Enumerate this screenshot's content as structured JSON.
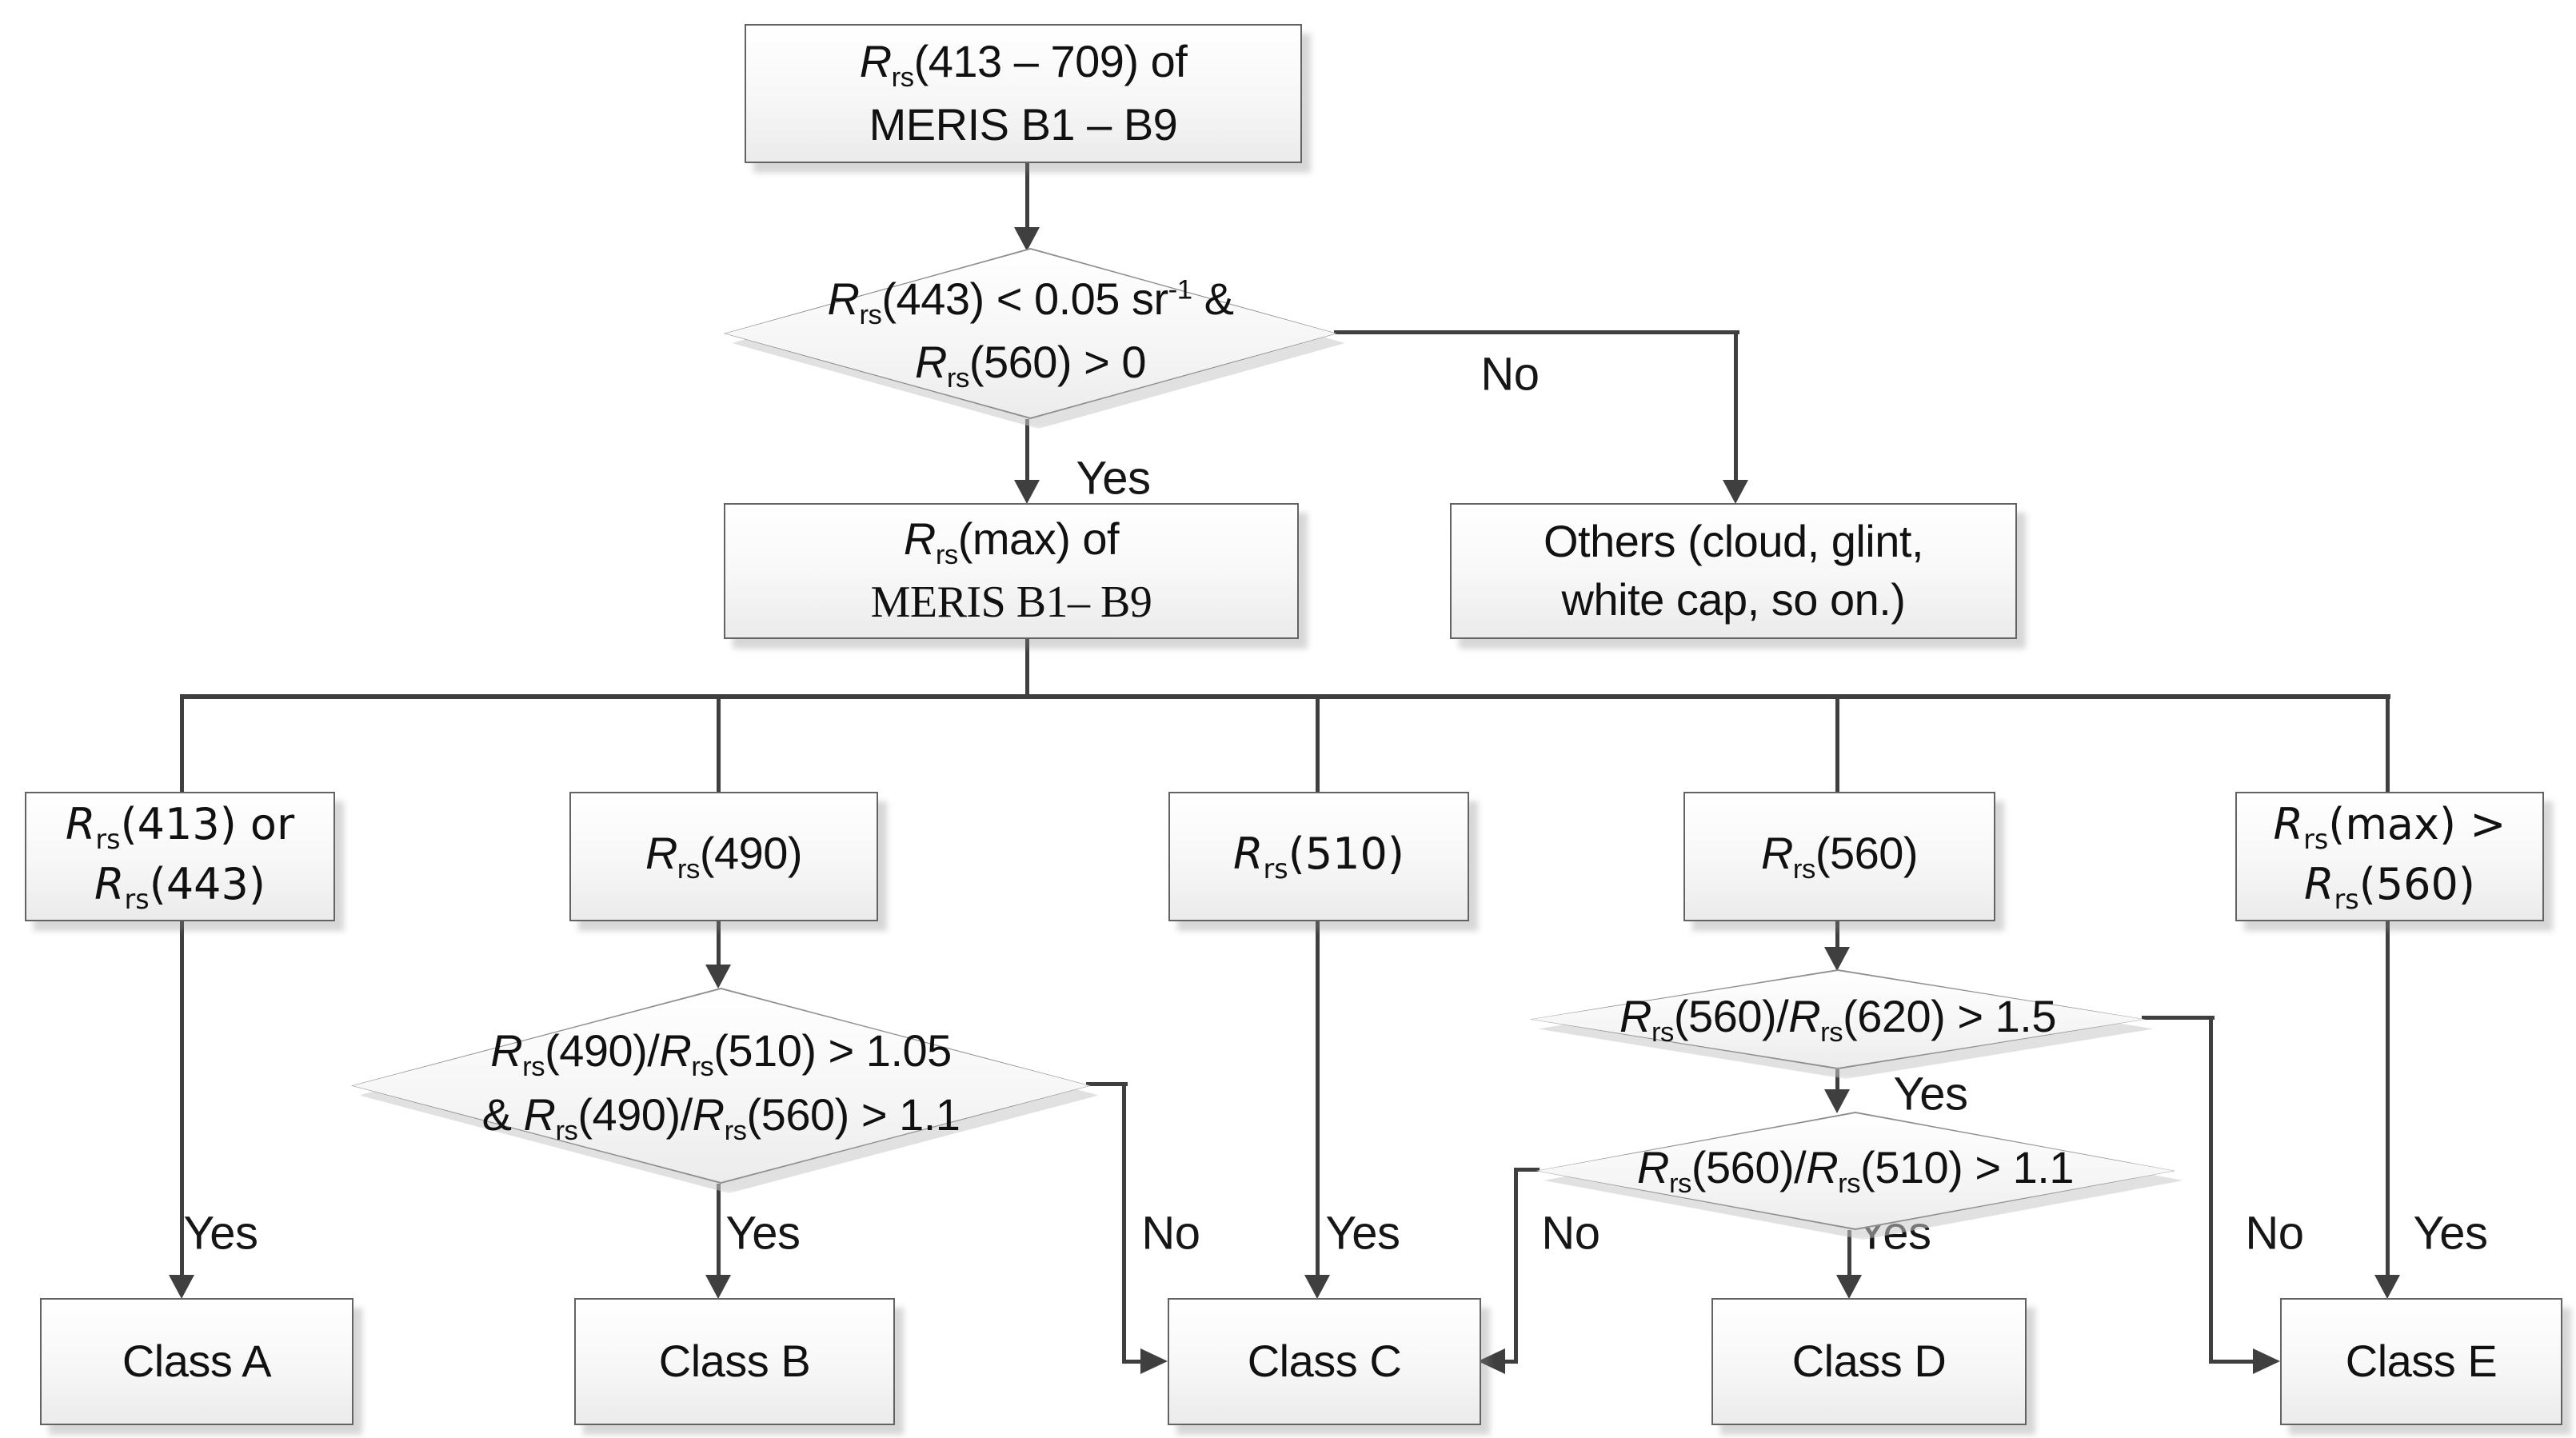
{
  "nodes": {
    "input": {
      "line1": "R_rs(413 – 709) of",
      "line2": "MERIS B1 – B9"
    },
    "check_valid": {
      "line1": "R_rs(443) < 0.05 sr^-1 &",
      "line2": "R_rs(560) > 0"
    },
    "others": {
      "line1": "Others (cloud, glint,",
      "line2": "white cap, so on.)"
    },
    "max": {
      "line1": "R_rs(max) of",
      "line2": "MERIS B1– B9"
    },
    "band413": {
      "line1": "R_rs(413) or",
      "line2": "R_rs(443)"
    },
    "band490": {
      "line1": "R_rs(490)"
    },
    "band510": {
      "line1": "R_rs(510)"
    },
    "band560": {
      "line1": "R_rs(560)"
    },
    "band_max560": {
      "line1": "R_rs(max) >",
      "line2": "R_rs(560)"
    },
    "check_490": {
      "line1": "R_rs(490)/R_rs(510) > 1.05",
      "line2": "& R_rs(490)/R_rs(560) > 1.1"
    },
    "check_560_620": {
      "line1": "R_rs(560)/R_rs(620) > 1.5"
    },
    "check_560_510": {
      "line1": "R_rs(560)/R_rs(510) > 1.1"
    },
    "class_a": {
      "line1": "Class A"
    },
    "class_b": {
      "line1": "Class B"
    },
    "class_c": {
      "line1": "Class C"
    },
    "class_d": {
      "line1": "Class D"
    },
    "class_e": {
      "line1": "Class E"
    }
  },
  "labels": {
    "yes": "Yes",
    "no": "No"
  },
  "colors": {
    "connector": "#3f3f3f",
    "box_border": "#636363",
    "diamond_border": "#8f8f8f",
    "fill_top": "#ffffff",
    "fill_bottom": "#ebebeb",
    "background": "#ffffff"
  }
}
